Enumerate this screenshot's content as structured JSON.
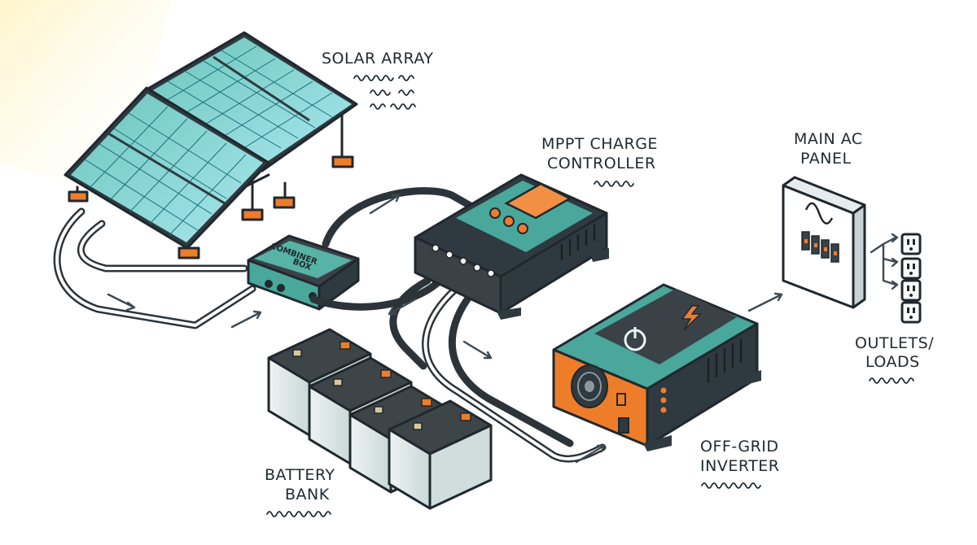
{
  "labels": {
    "solar_array": "SOLAR ARRAY",
    "mppt_line1": "MPPT CHARGE",
    "mppt_line2": "CONTROLLER",
    "main_ac_line1": "MAIN AC",
    "main_ac_line2": "PANEL",
    "outlets_line1": "OUTLETS/",
    "outlets_line2": "LOADS",
    "battery_line1": "BATTERY",
    "battery_line2": "BANK",
    "inverter_line1": "OFF-GRID",
    "inverter_line2": "INVERTER",
    "combiner_line1": "COMBINER",
    "combiner_line2": "BOX"
  },
  "colors": {
    "panel_teal": "#4fb3a9",
    "panel_light": "#9fe0e6",
    "device_dark": "#3a4248",
    "device_teal": "#49a79b",
    "accent_orange": "#ee7d2a",
    "battery_body": "#dfe9e8",
    "battery_lid": "#3e4549"
  },
  "icons": [
    "power-icon",
    "lightning-icon",
    "sine-wave-icon",
    "outlet-icon"
  ]
}
